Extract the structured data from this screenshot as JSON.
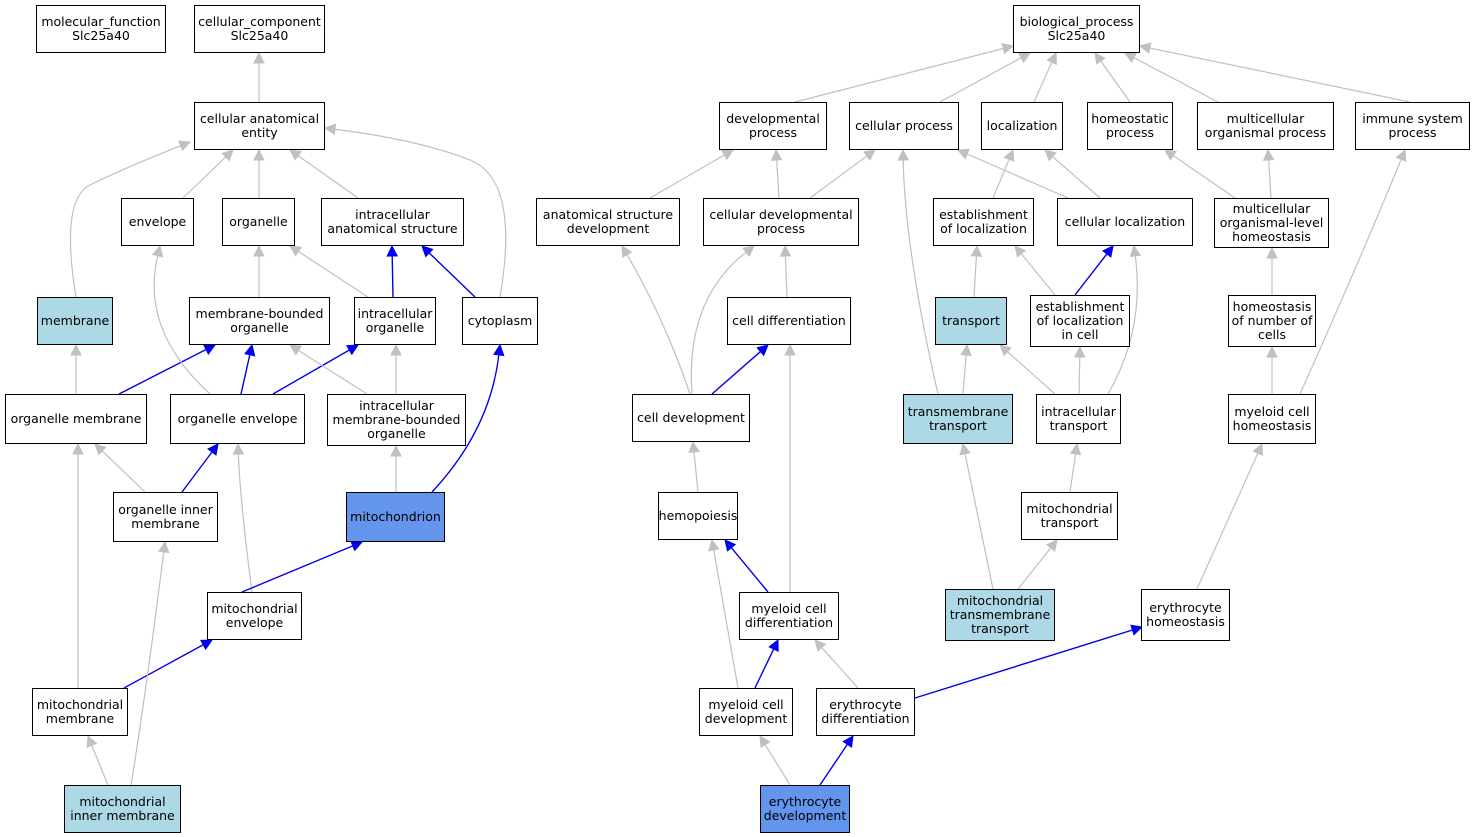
{
  "colors": {
    "edge_gray": "#c0c0c0",
    "edge_blue": "#0000ee",
    "highlight_light": "#add8e6",
    "highlight_strong": "#6495ed"
  },
  "nodes": [
    {
      "id": "mf",
      "label": "molecular_function\nSlc25a40",
      "style": "plain"
    },
    {
      "id": "cc",
      "label": "cellular_component\nSlc25a40",
      "style": "plain"
    },
    {
      "id": "bp",
      "label": "biological_process\nSlc25a40",
      "style": "plain"
    },
    {
      "id": "cae",
      "label": "cellular anatomical\nentity",
      "style": "plain"
    },
    {
      "id": "env",
      "label": "envelope",
      "style": "plain"
    },
    {
      "id": "org",
      "label": "organelle",
      "style": "plain"
    },
    {
      "id": "ias",
      "label": "intracellular\nanatomical structure",
      "style": "plain"
    },
    {
      "id": "mem",
      "label": "membrane",
      "style": "light"
    },
    {
      "id": "mbo",
      "label": "membrane-bounded\norganelle",
      "style": "plain"
    },
    {
      "id": "io",
      "label": "intracellular\norganelle",
      "style": "plain"
    },
    {
      "id": "cyt",
      "label": "cytoplasm",
      "style": "plain"
    },
    {
      "id": "om",
      "label": "organelle membrane",
      "style": "plain"
    },
    {
      "id": "oe",
      "label": "organelle envelope",
      "style": "plain"
    },
    {
      "id": "imbo",
      "label": "intracellular\nmembrane-bounded\norganelle",
      "style": "plain"
    },
    {
      "id": "oim",
      "label": "organelle inner\nmembrane",
      "style": "plain"
    },
    {
      "id": "mito",
      "label": "mitochondrion",
      "style": "strong"
    },
    {
      "id": "me",
      "label": "mitochondrial\nenvelope",
      "style": "plain"
    },
    {
      "id": "mm",
      "label": "mitochondrial\nmembrane",
      "style": "plain"
    },
    {
      "id": "mim",
      "label": "mitochondrial\ninner membrane",
      "style": "light"
    },
    {
      "id": "dp",
      "label": "developmental\nprocess",
      "style": "plain"
    },
    {
      "id": "cp",
      "label": "cellular process",
      "style": "plain"
    },
    {
      "id": "loc",
      "label": "localization",
      "style": "plain"
    },
    {
      "id": "hp",
      "label": "homeostatic\nprocess",
      "style": "plain"
    },
    {
      "id": "mop",
      "label": "multicellular\norganismal process",
      "style": "plain"
    },
    {
      "id": "isp",
      "label": "immune system\nprocess",
      "style": "plain"
    },
    {
      "id": "asd",
      "label": "anatomical structure\ndevelopment",
      "style": "plain"
    },
    {
      "id": "cdp",
      "label": "cellular developmental\nprocess",
      "style": "plain"
    },
    {
      "id": "eol",
      "label": "establishment\nof localization",
      "style": "plain"
    },
    {
      "id": "cl",
      "label": "cellular localization",
      "style": "plain"
    },
    {
      "id": "moh",
      "label": "multicellular\norganismal-level\nhomeostasis",
      "style": "plain"
    },
    {
      "id": "cdiff",
      "label": "cell differentiation",
      "style": "plain"
    },
    {
      "id": "tr",
      "label": "transport",
      "style": "light"
    },
    {
      "id": "eolc",
      "label": "establishment\nof localization\nin cell",
      "style": "plain"
    },
    {
      "id": "hnc",
      "label": "homeostasis\nof number of\ncells",
      "style": "plain"
    },
    {
      "id": "cdev",
      "label": "cell development",
      "style": "plain"
    },
    {
      "id": "tmt",
      "label": "transmembrane\ntransport",
      "style": "light"
    },
    {
      "id": "it",
      "label": "intracellular\ntransport",
      "style": "plain"
    },
    {
      "id": "mch",
      "label": "myeloid cell\nhomeostasis",
      "style": "plain"
    },
    {
      "id": "hemo",
      "label": "hemopoiesis",
      "style": "plain"
    },
    {
      "id": "mt",
      "label": "mitochondrial\ntransport",
      "style": "plain"
    },
    {
      "id": "mcd",
      "label": "myeloid cell\ndifferentiation",
      "style": "plain"
    },
    {
      "id": "mtt",
      "label": "mitochondrial\ntransmembrane\ntransport",
      "style": "light"
    },
    {
      "id": "eh",
      "label": "erythrocyte\nhomeostasis",
      "style": "plain"
    },
    {
      "id": "mcdev",
      "label": "myeloid cell\ndevelopment",
      "style": "plain"
    },
    {
      "id": "ed",
      "label": "erythrocyte\ndifferentiation",
      "style": "plain"
    },
    {
      "id": "edev",
      "label": "erythrocyte\ndevelopment",
      "style": "strong"
    }
  ],
  "edges": [
    {
      "from": "cae",
      "to": "cc",
      "color": "gray"
    },
    {
      "from": "env",
      "to": "cae",
      "color": "gray"
    },
    {
      "from": "org",
      "to": "cae",
      "color": "gray"
    },
    {
      "from": "ias",
      "to": "cae",
      "color": "gray"
    },
    {
      "from": "mem",
      "to": "cae",
      "color": "gray"
    },
    {
      "from": "cyt",
      "to": "cae",
      "color": "gray"
    },
    {
      "from": "mbo",
      "to": "org",
      "color": "gray"
    },
    {
      "from": "io",
      "to": "org",
      "color": "gray"
    },
    {
      "from": "io",
      "to": "ias",
      "color": "blue"
    },
    {
      "from": "cyt",
      "to": "ias",
      "color": "blue"
    },
    {
      "from": "om",
      "to": "mem",
      "color": "gray"
    },
    {
      "from": "om",
      "to": "mbo",
      "color": "blue"
    },
    {
      "from": "oe",
      "to": "env",
      "color": "gray"
    },
    {
      "from": "oe",
      "to": "mbo",
      "color": "blue"
    },
    {
      "from": "oe",
      "to": "io",
      "color": "blue"
    },
    {
      "from": "imbo",
      "to": "mbo",
      "color": "gray"
    },
    {
      "from": "imbo",
      "to": "io",
      "color": "gray"
    },
    {
      "from": "oim",
      "to": "om",
      "color": "gray"
    },
    {
      "from": "oim",
      "to": "oe",
      "color": "blue"
    },
    {
      "from": "mito",
      "to": "imbo",
      "color": "gray"
    },
    {
      "from": "mito",
      "to": "cyt",
      "color": "blue"
    },
    {
      "from": "me",
      "to": "oe",
      "color": "gray"
    },
    {
      "from": "me",
      "to": "mito",
      "color": "blue"
    },
    {
      "from": "mm",
      "to": "om",
      "color": "gray"
    },
    {
      "from": "mm",
      "to": "me",
      "color": "blue"
    },
    {
      "from": "mim",
      "to": "mm",
      "color": "gray"
    },
    {
      "from": "mim",
      "to": "oim",
      "color": "gray"
    },
    {
      "from": "dp",
      "to": "bp",
      "color": "gray"
    },
    {
      "from": "cp",
      "to": "bp",
      "color": "gray"
    },
    {
      "from": "loc",
      "to": "bp",
      "color": "gray"
    },
    {
      "from": "hp",
      "to": "bp",
      "color": "gray"
    },
    {
      "from": "mop",
      "to": "bp",
      "color": "gray"
    },
    {
      "from": "isp",
      "to": "bp",
      "color": "gray"
    },
    {
      "from": "asd",
      "to": "dp",
      "color": "gray"
    },
    {
      "from": "cdp",
      "to": "dp",
      "color": "gray"
    },
    {
      "from": "cdp",
      "to": "cp",
      "color": "gray"
    },
    {
      "from": "eol",
      "to": "loc",
      "color": "gray"
    },
    {
      "from": "cl",
      "to": "loc",
      "color": "gray"
    },
    {
      "from": "cl",
      "to": "cp",
      "color": "gray"
    },
    {
      "from": "moh",
      "to": "hp",
      "color": "gray"
    },
    {
      "from": "moh",
      "to": "mop",
      "color": "gray"
    },
    {
      "from": "cdiff",
      "to": "cdp",
      "color": "gray"
    },
    {
      "from": "tr",
      "to": "eol",
      "color": "gray"
    },
    {
      "from": "eolc",
      "to": "eol",
      "color": "gray"
    },
    {
      "from": "eolc",
      "to": "cl",
      "color": "blue"
    },
    {
      "from": "hnc",
      "to": "moh",
      "color": "gray"
    },
    {
      "from": "cdev",
      "to": "asd",
      "color": "gray"
    },
    {
      "from": "cdev",
      "to": "cdp",
      "color": "gray"
    },
    {
      "from": "cdev",
      "to": "cdiff",
      "color": "blue"
    },
    {
      "from": "tmt",
      "to": "tr",
      "color": "gray"
    },
    {
      "from": "tmt",
      "to": "cp",
      "color": "gray"
    },
    {
      "from": "it",
      "to": "tr",
      "color": "gray"
    },
    {
      "from": "it",
      "to": "eolc",
      "color": "gray"
    },
    {
      "from": "it",
      "to": "cl",
      "color": "gray"
    },
    {
      "from": "mch",
      "to": "hnc",
      "color": "gray"
    },
    {
      "from": "mch",
      "to": "isp",
      "color": "gray"
    },
    {
      "from": "hemo",
      "to": "cdev",
      "color": "gray"
    },
    {
      "from": "mt",
      "to": "it",
      "color": "gray"
    },
    {
      "from": "mcd",
      "to": "hemo",
      "color": "blue"
    },
    {
      "from": "mcd",
      "to": "cdiff",
      "color": "gray"
    },
    {
      "from": "mtt",
      "to": "tmt",
      "color": "gray"
    },
    {
      "from": "mtt",
      "to": "mt",
      "color": "gray"
    },
    {
      "from": "eh",
      "to": "mch",
      "color": "gray"
    },
    {
      "from": "mcdev",
      "to": "hemo",
      "color": "gray"
    },
    {
      "from": "mcdev",
      "to": "mcd",
      "color": "blue"
    },
    {
      "from": "ed",
      "to": "mcd",
      "color": "gray"
    },
    {
      "from": "ed",
      "to": "eh",
      "color": "blue"
    },
    {
      "from": "edev",
      "to": "mcdev",
      "color": "gray"
    },
    {
      "from": "edev",
      "to": "ed",
      "color": "blue"
    }
  ]
}
